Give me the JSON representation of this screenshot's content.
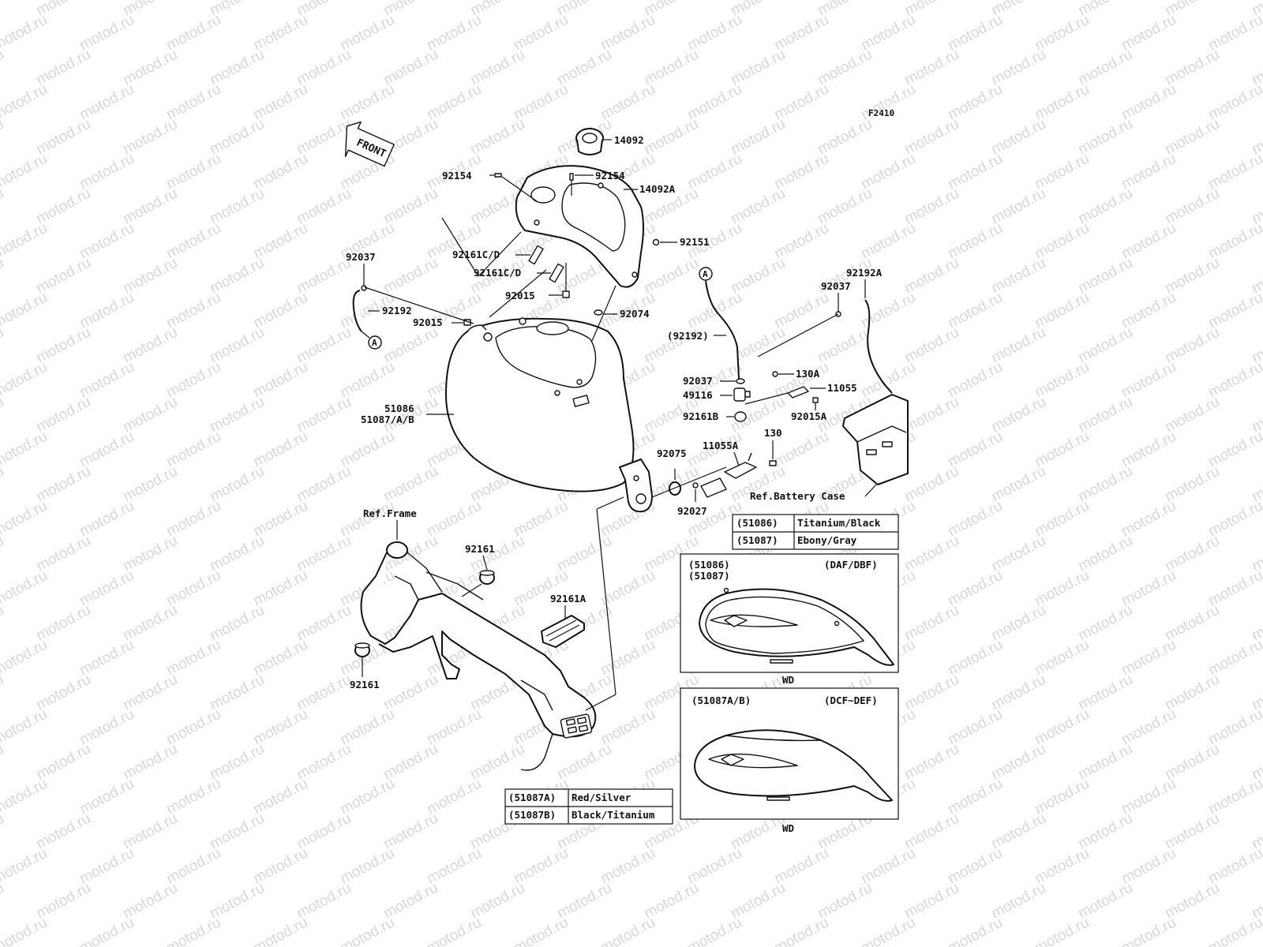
{
  "watermark": "motod.ru",
  "figure_code": "F2410",
  "front_label": "FRONT",
  "labels": {
    "p14092": "14092",
    "p14092a": "14092A",
    "p92154_left": "92154",
    "p92154_right": "92154",
    "p92151": "92151",
    "p92161cd_1": "92161C/D",
    "p92161cd_2": "92161C/D",
    "p92015_top": "92015",
    "p92015_left": "92015",
    "p92074": "92074",
    "p92037_left": "92037",
    "p92192": "92192",
    "ref_a_left": "A",
    "p51086": "51086",
    "p51087ab": "51087/A/B",
    "ref_a_right": "A",
    "p92192_paren": "(92192)",
    "p92037_mid": "92037",
    "p49116": "49116",
    "p92161b": "92161B",
    "p92037_right": "92037",
    "p92192a": "92192A",
    "p130a": "130A",
    "p11055": "11055",
    "p92015a": "92015A",
    "p130": "130",
    "p11055a": "11055A",
    "p92075": "92075",
    "p92027": "92027",
    "ref_battery": "Ref.Battery Case",
    "ref_frame": "Ref.Frame",
    "p92161_top": "92161",
    "p92161_bottom": "92161",
    "p92161a": "92161A"
  },
  "color_table_top": [
    {
      "code": "(51086)",
      "color": "Titanium/Black"
    },
    {
      "code": "(51087)",
      "color": "Ebony/Gray"
    }
  ],
  "color_table_bottom": [
    {
      "code": "(51087A)",
      "color": "Red/Silver"
    },
    {
      "code": "(51087B)",
      "color": "Black/Titanium"
    }
  ],
  "inset_upper": {
    "part1": "(51086)",
    "part2": "(51087)",
    "variant": "(DAF/DBF)",
    "caption": "WD"
  },
  "inset_lower": {
    "part1": "(51087A/B)",
    "variant": "(DCF~DEF)",
    "caption": "WD"
  }
}
